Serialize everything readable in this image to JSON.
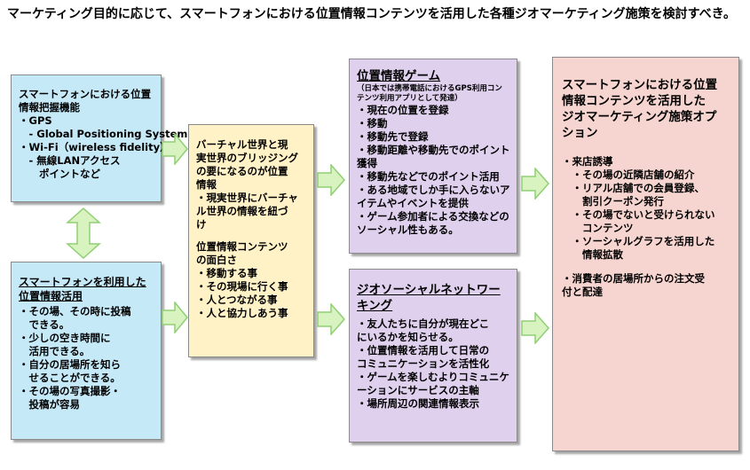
{
  "title": "マーケティング目的に応じて、スマートフォンにおける位置情報コンテンツを活用した各種ジオマーケティング施策を検討すべき。",
  "box_capability": {
    "lines": [
      "スマートフォンにおける位置",
      "情報把握機能",
      "・GPS",
      "　- Global Positioning System",
      "・Wi-Fi（wireless fidelity）",
      "　- 無線LANアクセス",
      "　　ポイントなど"
    ]
  },
  "box_usage": {
    "heading": [
      "スマートフォンを利用した",
      "位置情報活用"
    ],
    "lines": [
      "・その場、その時に投稿",
      "　できる。",
      "・少しの空き時間に",
      "　活用できる。",
      "・自分の居場所を知ら",
      "　せることができる。",
      "・その場の写真撮影・",
      "　投稿が容易"
    ]
  },
  "box_bridge": {
    "lines_a": [
      "バーチャル世界と現",
      "実世界のブリッジング",
      "の要になるのが位置",
      "情報",
      "・現実世界にバーチャ",
      "ル世界の情報を紐づ",
      "け"
    ],
    "lines_b": [
      "位置情報コンテンツ",
      "の面白さ",
      "・移動する事",
      "・その現場に行く事",
      "・人とつながる事",
      "・人と協力しあう事"
    ]
  },
  "box_game": {
    "heading": "位置情報ゲーム",
    "sub": [
      "（日本では携帯電話におけるGPS利用コン",
      "テンツ利用アプリとして発達）"
    ],
    "lines": [
      "・現在の位置を登録",
      "・移動",
      "・移動先で登録",
      "・移動距離や移動先でのポイント",
      "獲得",
      "・移動先などでのポイント活用",
      "・ある地域でしか手に入らないア",
      "イテムやイベントを提供",
      "・ゲーム参加者による交換などの",
      "ソーシャル性もある。"
    ]
  },
  "box_social": {
    "heading": [
      "ジオソーシャルネットワー",
      "キング"
    ],
    "lines": [
      "・友人たちに自分が現在どこ",
      "にいるかを知らせる。",
      "・位置情報を活用して日常の",
      "コミュニケーションを活性化",
      "・ゲームを楽しむよりコミュニケ",
      "ーションにサービスの主軸",
      "・場所周辺の関連情報表示"
    ]
  },
  "box_options": {
    "heading": [
      "スマートフォンにおける位置",
      "情報コンテンツを活用した",
      "ジオマーケティング施策オプ",
      "ション"
    ],
    "lines_a": [
      "・来店誘導",
      "　・その場の近隣店舗の紹介",
      "　・リアル店舗での会員登録、",
      "　　割引クーポン発行",
      "　・その場でないと受けられない",
      "　　コンテンツ",
      "　・ソーシャルグラフを活用した",
      "　　情報拡散"
    ],
    "lines_b": [
      "・消費者の居場所からの注文受",
      "付と配達"
    ]
  },
  "colors": {
    "blue": "#c6e9f8",
    "yellow": "#fff2c6",
    "purple": "#dfd0ee",
    "pink": "#f6d4cf",
    "arrow_fill": "#d8f2c0",
    "arrow_stroke": "#8fcf74"
  }
}
